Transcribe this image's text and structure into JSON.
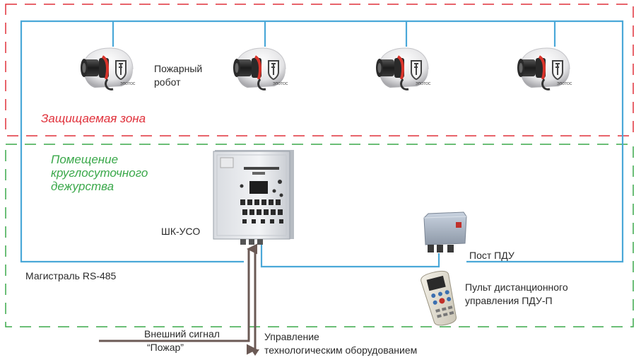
{
  "colors": {
    "protected_zone_border": "#e0303a",
    "duty_room_border": "#3aa84a",
    "rs485_line": "#4aa8d8",
    "signal_arrow": "#6b5a55"
  },
  "zones": {
    "protected_zone": "Защищаемая зона",
    "duty_room_lines": [
      "Помещение",
      "круглосуточного",
      "дежурства"
    ]
  },
  "devices": {
    "fire_robot_label_lines": [
      "Пожарный",
      "робот"
    ],
    "fire_robot_icon": "fire-robot-icon",
    "controller_label": "ШК-УСО",
    "controller_icon": "control-cabinet-icon",
    "remote_post_label": "Пост ПДУ",
    "remote_post_icon": "control-box-icon",
    "handheld_label_lines": [
      "Пульт дистанционного",
      "управления ПДУ-П"
    ],
    "handheld_icon": "handheld-remote-icon"
  },
  "lines": {
    "bus_label": "Магистраль RS-485",
    "external_signal_lines": [
      "Внешний сигнал",
      "“Пожар”"
    ],
    "equipment_control_lines": [
      "Управление",
      "технологическим оборудованием"
    ]
  }
}
